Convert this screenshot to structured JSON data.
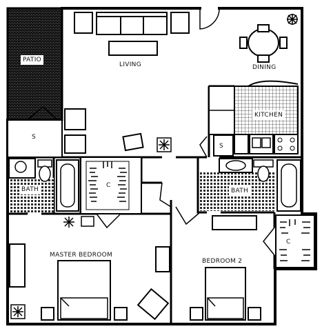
{
  "plan": {
    "rooms": {
      "patio": "PATIO",
      "living": "LIVING",
      "dining": "DINING",
      "kitchen": "KITCHEN",
      "storage_patio": "S",
      "storage_kitchen": "S",
      "bath_left": "BATH",
      "closet_hall": "C",
      "bath_right": "BATH",
      "master_bedroom": "MASTER BEDROOM",
      "bedroom2": "BEDROOM 2",
      "closet_bedroom2": "C"
    }
  }
}
